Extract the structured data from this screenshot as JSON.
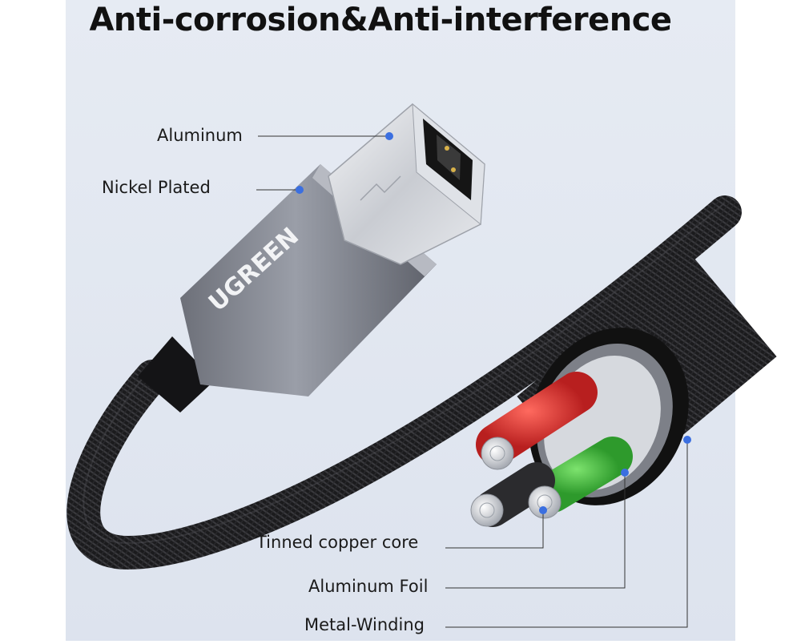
{
  "title": "Anti-corrosion&Anti-interference",
  "brand_logo": "UGREEN",
  "callouts": {
    "aluminum": "Aluminum",
    "nickel_plated": "Nickel Plated",
    "tinned_copper_core": "Tinned copper core",
    "aluminum_foil": "Aluminum Foil",
    "metal_winding": "Metal-Winding"
  },
  "colors": {
    "background": "#e3e8f2",
    "callout_dot": "#3b6fe0",
    "wire_red": "#d92a2a",
    "wire_green": "#3fbe3a",
    "braid": "#1c1c1e"
  }
}
